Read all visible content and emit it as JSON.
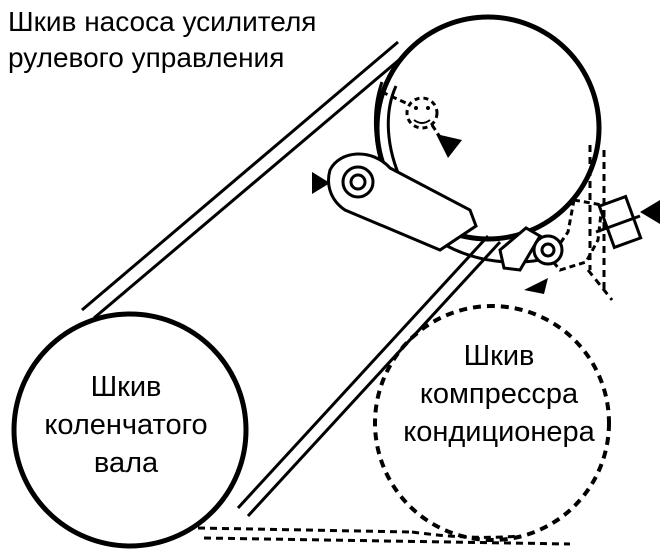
{
  "labels": {
    "power_steering_pulley": [
      "Шкив насоса усилителя",
      "рулевого управления"
    ],
    "crankshaft_pulley": [
      "Шкив",
      "коленчатого",
      "вала"
    ],
    "ac_compressor_pulley": [
      "Шкив",
      "компрессра",
      "кондиционера"
    ]
  },
  "colors": {
    "line": "#000000",
    "background": "#ffffff"
  }
}
